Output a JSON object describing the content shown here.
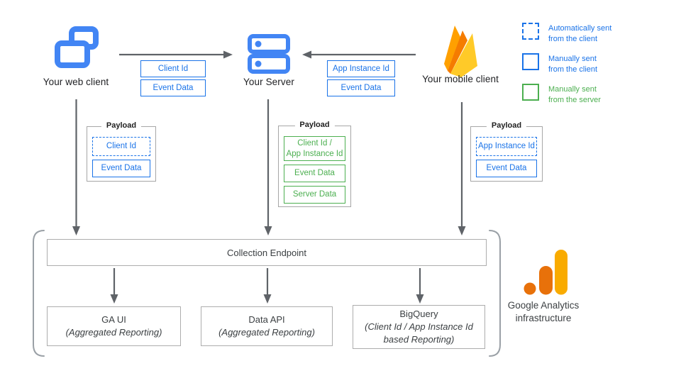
{
  "nodes": {
    "web": {
      "label": "Your web client"
    },
    "server": {
      "label": "Your Server"
    },
    "mobile": {
      "label": "Your mobile client"
    }
  },
  "flows": {
    "web_to_server": {
      "items": [
        {
          "label": "Client Id"
        },
        {
          "label": "Event Data"
        }
      ]
    },
    "mobile_to_server": {
      "items": [
        {
          "label": "App Instance Id"
        },
        {
          "label": "Event Data"
        }
      ]
    }
  },
  "legend": {
    "items": [
      {
        "label": "Automatically sent\nfrom the client"
      },
      {
        "label": "Manually sent\nfrom the client"
      },
      {
        "label": "Manually sent\nfrom the server"
      }
    ]
  },
  "payloads": {
    "web": {
      "title": "Payload",
      "items": [
        {
          "label": "Client Id"
        },
        {
          "label": "Event Data"
        }
      ]
    },
    "server": {
      "title": "Payload",
      "items": [
        {
          "label": "Client Id /\nApp Instance Id"
        },
        {
          "label": "Event Data"
        },
        {
          "label": "Server Data"
        }
      ]
    },
    "mobile": {
      "title": "Payload",
      "items": [
        {
          "label": "App Instance Id"
        },
        {
          "label": "Event Data"
        }
      ]
    }
  },
  "infrastructure": {
    "endpoint_label": "Collection Endpoint",
    "outputs": [
      {
        "title": "GA UI",
        "subtitle": "(Aggregated Reporting)"
      },
      {
        "title": "Data API",
        "subtitle": "(Aggregated Reporting)"
      },
      {
        "title": "BigQuery",
        "subtitle": "(Client Id / App Instance Id\nbased Reporting)"
      }
    ],
    "caption": "Google Analytics\ninfrastructure"
  },
  "colors": {
    "blue": "#1A73E8",
    "icon_blue": "#4285F4",
    "green": "#4CAF50",
    "arrow_gray": "#5F6368",
    "firebase_amber": "#FFA000",
    "firebase_orange": "#F57C00",
    "firebase_yellow": "#FFCA28",
    "ga_orange": "#E8710A",
    "ga_amber": "#F9AB00"
  }
}
